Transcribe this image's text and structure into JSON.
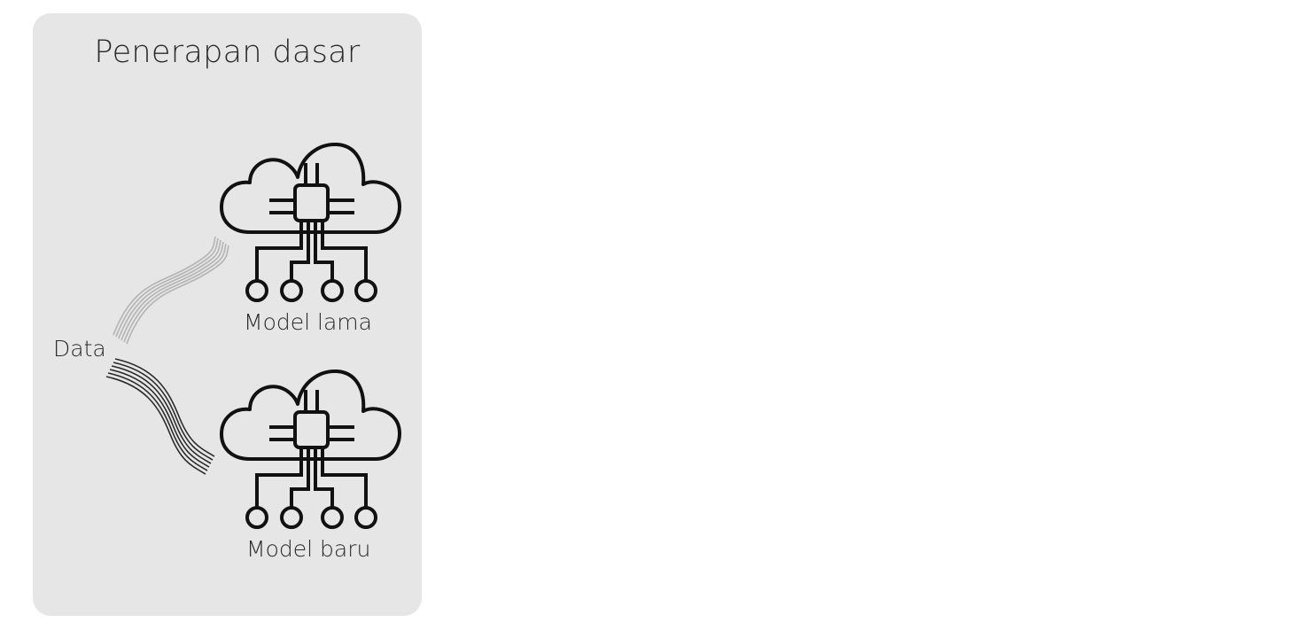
{
  "panel": {
    "title": "Penerapan dasar",
    "background_color": "#e6e6e6"
  },
  "diagram": {
    "source": {
      "label": "Data"
    },
    "models": [
      {
        "id": "old",
        "label": "Model lama",
        "icon": "cloud-chip-icon",
        "connection_style": "faded",
        "connection_color": "#b4b4b4"
      },
      {
        "id": "new",
        "label": "Model baru",
        "icon": "cloud-chip-icon",
        "connection_style": "solid",
        "connection_color": "#2a2a2a"
      }
    ]
  }
}
